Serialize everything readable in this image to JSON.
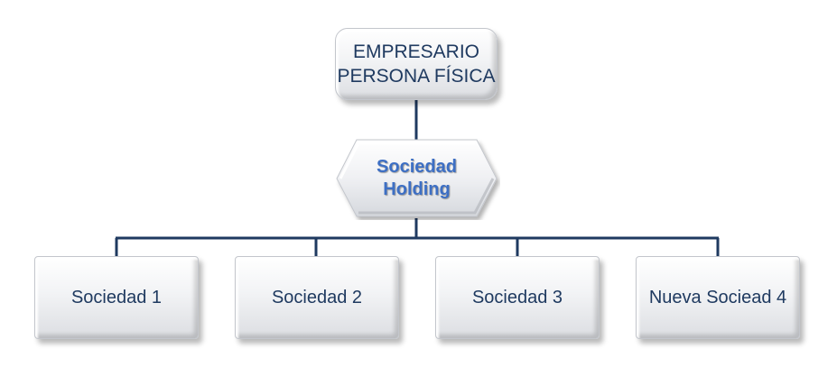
{
  "diagram": {
    "top_node": {
      "line1": "EMPRESARIO",
      "line2": "PERSONA FÍSICA"
    },
    "holding_node": {
      "line1": "Sociedad",
      "line2": "Holding"
    },
    "children": [
      {
        "label": "Sociedad 1"
      },
      {
        "label": "Sociedad 2"
      },
      {
        "label": "Sociedad 3"
      },
      {
        "label": "Nueva Sociead 4"
      }
    ],
    "colors": {
      "connector": "#1f3a60",
      "text": "#1f3a60",
      "holding_text": "#3d6fc4"
    }
  }
}
